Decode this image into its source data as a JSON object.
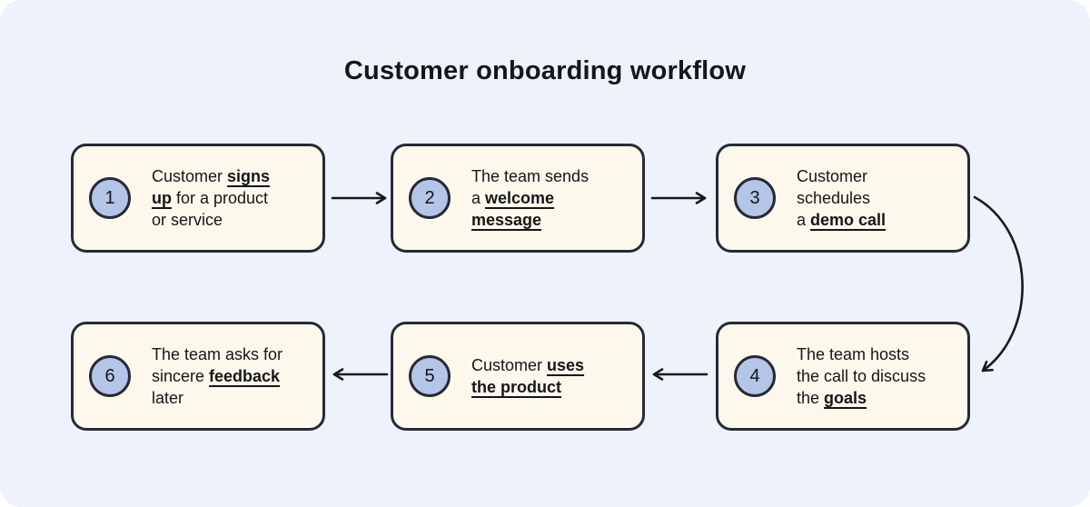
{
  "title": "Customer onboarding workflow",
  "colors": {
    "background": "#edf2fc",
    "box_fill": "#fdf8ec",
    "box_border": "#252a36",
    "badge_fill": "#b3c6e8",
    "text": "#14161a",
    "arrow": "#171a21"
  },
  "steps": [
    {
      "number": "1",
      "lines": [
        [
          {
            "t": "Customer ",
            "e": false
          },
          {
            "t": "signs",
            "e": true
          }
        ],
        [
          {
            "t": "up",
            "e": true
          },
          {
            "t": " for a product",
            "e": false
          }
        ],
        [
          {
            "t": "or service",
            "e": false
          }
        ]
      ]
    },
    {
      "number": "2",
      "lines": [
        [
          {
            "t": "The team sends",
            "e": false
          }
        ],
        [
          {
            "t": "a ",
            "e": false
          },
          {
            "t": "welcome",
            "e": true
          }
        ],
        [
          {
            "t": "message",
            "e": true
          }
        ]
      ]
    },
    {
      "number": "3",
      "lines": [
        [
          {
            "t": "Customer",
            "e": false
          }
        ],
        [
          {
            "t": "schedules",
            "e": false
          }
        ],
        [
          {
            "t": "a ",
            "e": false
          },
          {
            "t": "demo call",
            "e": true
          }
        ]
      ]
    },
    {
      "number": "4",
      "lines": [
        [
          {
            "t": "The team hosts",
            "e": false
          }
        ],
        [
          {
            "t": "the call to discuss",
            "e": false
          }
        ],
        [
          {
            "t": "the ",
            "e": false
          },
          {
            "t": "goals",
            "e": true
          }
        ]
      ]
    },
    {
      "number": "5",
      "lines": [
        [
          {
            "t": "Customer ",
            "e": false
          },
          {
            "t": "uses",
            "e": true
          }
        ],
        [
          {
            "t": "the product",
            "e": true
          }
        ]
      ]
    },
    {
      "number": "6",
      "lines": [
        [
          {
            "t": "The team asks for",
            "e": false
          }
        ],
        [
          {
            "t": "sincere ",
            "e": false
          },
          {
            "t": "feedback",
            "e": true
          }
        ],
        [
          {
            "t": "later",
            "e": false
          }
        ]
      ]
    }
  ],
  "connections": [
    {
      "from": "1",
      "to": "2"
    },
    {
      "from": "2",
      "to": "3"
    },
    {
      "from": "3",
      "to": "4"
    },
    {
      "from": "4",
      "to": "5"
    },
    {
      "from": "5",
      "to": "6"
    }
  ]
}
